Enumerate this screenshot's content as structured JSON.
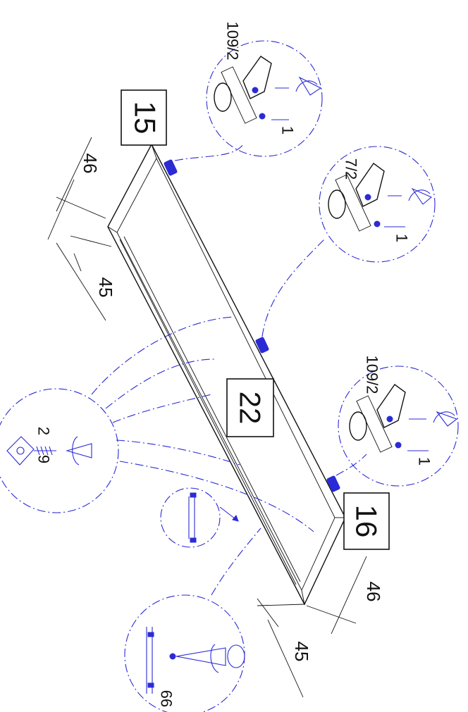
{
  "part_labels": {
    "left": "15",
    "center": "22",
    "right": "16"
  },
  "dimensions": {
    "top_46": "46",
    "top_45": "45",
    "bottom_46": "46",
    "bottom_45": "45"
  },
  "callouts": {
    "hinge_top": {
      "ref_a": "109/2",
      "ref_b": "1"
    },
    "hinge_middle": {
      "ref_a": "7/2",
      "ref_b": "1"
    },
    "hinge_bottom": {
      "ref_a": "109/2",
      "ref_b": "1"
    },
    "clip": {
      "ref_a": "2",
      "ref_b": "9"
    },
    "handle": {
      "ref": "66"
    }
  },
  "colors": {
    "line": "#111111",
    "detail": "#2b2bd6"
  }
}
